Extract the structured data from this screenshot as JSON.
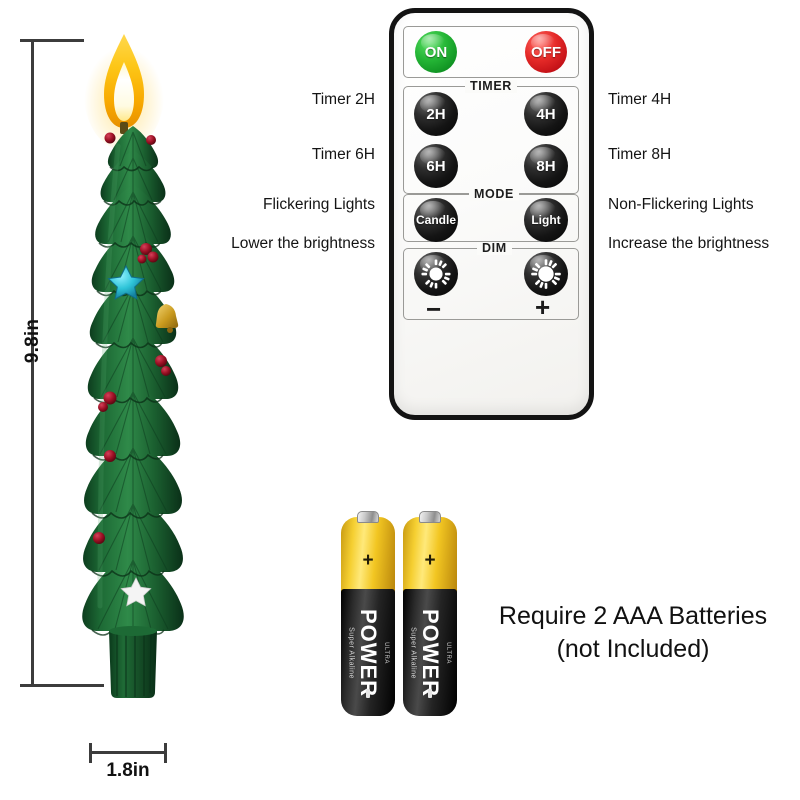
{
  "product": {
    "name": "christmas-tree-flameless-candle",
    "dimensions": {
      "height_label": "9.8in",
      "width_label": "1.8in"
    },
    "colors": {
      "tree_green": "#1e6b35",
      "tree_green_dark": "#0e3f1f",
      "tree_green_light": "#3f9154",
      "flame_outer": "#f7a800",
      "flame_inner": "#ffe97a",
      "flame_core": "#ffffff",
      "star_blue": "#2ec4d8",
      "star_white": "#f4f4f4",
      "berry_red": "#9c1024",
      "bell_gold": "#c99a1e"
    }
  },
  "remote": {
    "name": "remote-control",
    "colors": {
      "body": "#fbfbf9",
      "border": "#131313",
      "on_green": "#25b636",
      "off_red": "#e52a28",
      "button_black": "#141414"
    },
    "power": {
      "on_label": "ON",
      "off_label": "OFF"
    },
    "sections": {
      "timer_label": "TIMER",
      "mode_label": "MODE",
      "dim_label": "DIM"
    },
    "timer_buttons": [
      {
        "label": "2H"
      },
      {
        "label": "4H"
      },
      {
        "label": "6H"
      },
      {
        "label": "8H"
      }
    ],
    "mode_buttons": [
      {
        "label": "Candle"
      },
      {
        "label": "Light"
      }
    ],
    "dim_buttons": [
      {
        "icon": "sun-filled-icon",
        "sign": "−"
      },
      {
        "icon": "sun-outline-icon",
        "sign": "+"
      }
    ]
  },
  "callouts": {
    "left": [
      {
        "text": "Timer 2H"
      },
      {
        "text": "Timer 6H"
      },
      {
        "text": "Flickering Lights"
      },
      {
        "text": "Lower the brightness"
      }
    ],
    "right": [
      {
        "text": "Timer 4H"
      },
      {
        "text": "Timer 8H"
      },
      {
        "text": "Non-Flickering Lights"
      },
      {
        "text": "Increase the brightness"
      }
    ]
  },
  "batteries": {
    "count": 2,
    "brand": "POWER",
    "sub_text": "Super Alkaline",
    "sup_text": "ULTRA",
    "plus_sign": "+",
    "note_line1": "Require 2 AAA Batteries",
    "note_line2": "(not Included)"
  }
}
